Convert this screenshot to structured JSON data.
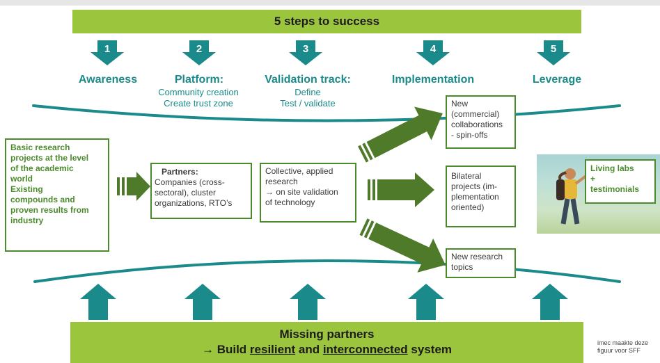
{
  "header": {
    "title": "5 steps to success"
  },
  "steps": [
    {
      "number": "1",
      "title": "Awareness",
      "sub": []
    },
    {
      "number": "2",
      "title": "Platform:",
      "sub": [
        "Community creation",
        "Create trust zone"
      ]
    },
    {
      "number": "3",
      "title": "Validation track:",
      "sub": [
        "Define",
        "Test / validate"
      ]
    },
    {
      "number": "4",
      "title": "Implementation",
      "sub": []
    },
    {
      "number": "5",
      "title": "Leverage",
      "sub": []
    }
  ],
  "boxes": {
    "basic": [
      "Basic research",
      "projects at the level",
      "of the academic",
      "world",
      "Existing",
      "compounds and",
      "proven results from",
      "industry"
    ],
    "partners": {
      "head": "Partners:",
      "lines": [
        "Companies (cross-",
        "sectoral), cluster",
        "organizations, RTO’s"
      ]
    },
    "collective": [
      "Collective, applied",
      "research",
      "→ on site validation",
      "of technology"
    ],
    "outcome_new": [
      "New",
      "(commercial)",
      "collaborations",
      "- spin-offs"
    ],
    "outcome_bilateral": [
      "Bilateral",
      "projects (im-",
      "plementation",
      "oriented)"
    ],
    "outcome_research": [
      "New research",
      "topics"
    ],
    "living_labs": [
      "Living labs",
      "+",
      "testimonials"
    ]
  },
  "footer": {
    "line1": "Missing partners",
    "arrow": "→",
    "build": "Build",
    "resilient": "resilient",
    "and": "and",
    "interconnected": "interconnected",
    "system": "system"
  },
  "credit": [
    "imec maakte deze",
    "figuur voor SFF"
  ],
  "colors": {
    "banner": "#9bc53d",
    "teal": "#1a8a8a",
    "arrow_dark": "#4e7a2a",
    "box_border": "#4b8b2c"
  },
  "icons": [
    "down-arrow-icon",
    "up-arrow-icon",
    "block-arrow-icon",
    "person-photo"
  ]
}
